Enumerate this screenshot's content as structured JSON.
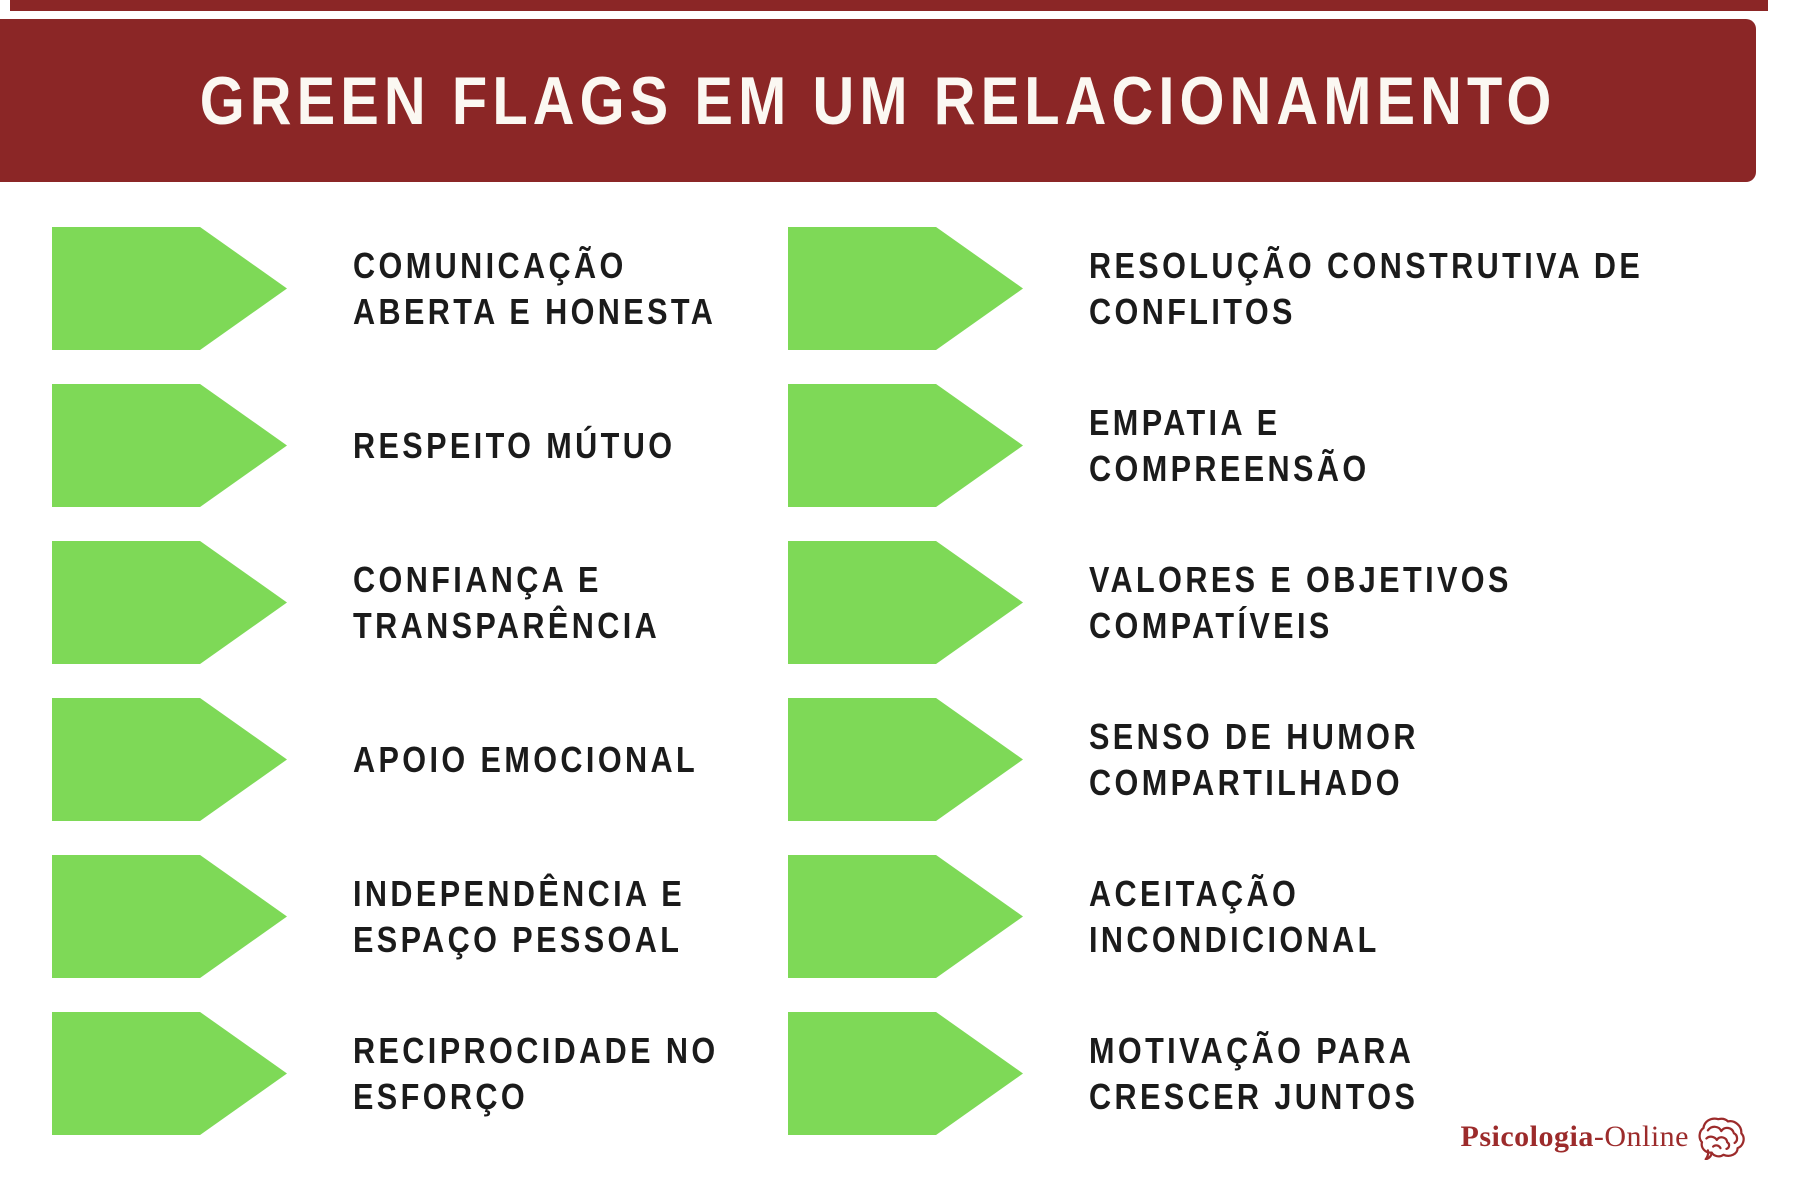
{
  "header": {
    "title": "GREEN FLAGS EM UM RELACIONAMENTO"
  },
  "flags": {
    "left": [
      {
        "lines": [
          "COMUNICAÇÃO",
          "ABERTA E HONESTA"
        ]
      },
      {
        "lines": [
          "RESPEITO MÚTUO"
        ]
      },
      {
        "lines": [
          "CONFIANÇA E",
          "TRANSPARÊNCIA"
        ]
      },
      {
        "lines": [
          "APOIO EMOCIONAL"
        ]
      },
      {
        "lines": [
          "INDEPENDÊNCIA E",
          "ESPAÇO PESSOAL"
        ]
      },
      {
        "lines": [
          "RECIPROCIDADE NO",
          "ESFORÇO"
        ]
      }
    ],
    "right": [
      {
        "lines": [
          "RESOLUÇÃO CONSTRUTIVA DE",
          "CONFLITOS"
        ]
      },
      {
        "lines": [
          "EMPATIA E",
          "COMPREENSÃO"
        ]
      },
      {
        "lines": [
          "VALORES E OBJETIVOS",
          "COMPATÍVEIS"
        ]
      },
      {
        "lines": [
          "SENSO DE HUMOR",
          "COMPARTILHADO"
        ]
      },
      {
        "lines": [
          "ACEITAÇÃO",
          "INCONDICIONAL"
        ]
      },
      {
        "lines": [
          "MOTIVAÇÃO PARA",
          "CRESCER JUNTOS"
        ]
      }
    ]
  },
  "footer": {
    "logo_bold": "Psicologia",
    "logo_regular": "-Online",
    "logo_icon": "brain-icon"
  },
  "colors": {
    "banner-red": "#8B2626",
    "flag-green": "#7ED957",
    "text-dark": "#1B1B1B",
    "logo-red": "#9C2B2B",
    "title-white": "#FBF8F2"
  }
}
